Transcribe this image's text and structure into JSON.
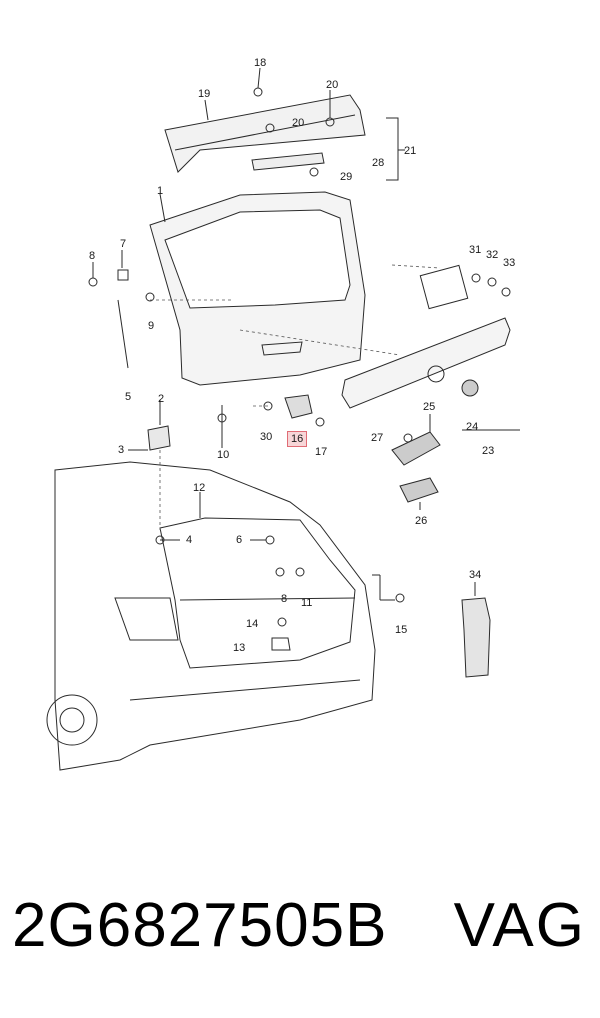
{
  "callouts": [
    {
      "id": "c18",
      "text": "18"
    },
    {
      "id": "c19",
      "text": "19"
    },
    {
      "id": "c20a",
      "text": "20"
    },
    {
      "id": "c20b",
      "text": "20"
    },
    {
      "id": "c21",
      "text": "21"
    },
    {
      "id": "c28",
      "text": "28"
    },
    {
      "id": "c29",
      "text": "29"
    },
    {
      "id": "c1",
      "text": "1"
    },
    {
      "id": "c7",
      "text": "7"
    },
    {
      "id": "c8a",
      "text": "8"
    },
    {
      "id": "c9",
      "text": "9"
    },
    {
      "id": "c5",
      "text": "5"
    },
    {
      "id": "c31",
      "text": "31"
    },
    {
      "id": "c32",
      "text": "32"
    },
    {
      "id": "c33",
      "text": "33"
    },
    {
      "id": "c2",
      "text": "2"
    },
    {
      "id": "c3",
      "text": "3"
    },
    {
      "id": "c10",
      "text": "10"
    },
    {
      "id": "c30",
      "text": "30"
    },
    {
      "id": "c16",
      "text": "16"
    },
    {
      "id": "c17",
      "text": "17"
    },
    {
      "id": "c25",
      "text": "25"
    },
    {
      "id": "c24",
      "text": "24"
    },
    {
      "id": "c27",
      "text": "27"
    },
    {
      "id": "c23",
      "text": "23"
    },
    {
      "id": "c26",
      "text": "26"
    },
    {
      "id": "c12",
      "text": "12"
    },
    {
      "id": "c4",
      "text": "4"
    },
    {
      "id": "c6",
      "text": "6"
    },
    {
      "id": "c8b",
      "text": "8"
    },
    {
      "id": "c11",
      "text": "11"
    },
    {
      "id": "c14",
      "text": "14"
    },
    {
      "id": "c13",
      "text": "13"
    },
    {
      "id": "c15",
      "text": "15"
    },
    {
      "id": "c34",
      "text": "34"
    }
  ],
  "highlighted_callout": "16",
  "footer": {
    "part_number": "2G6827505B",
    "brand": "VAG"
  }
}
